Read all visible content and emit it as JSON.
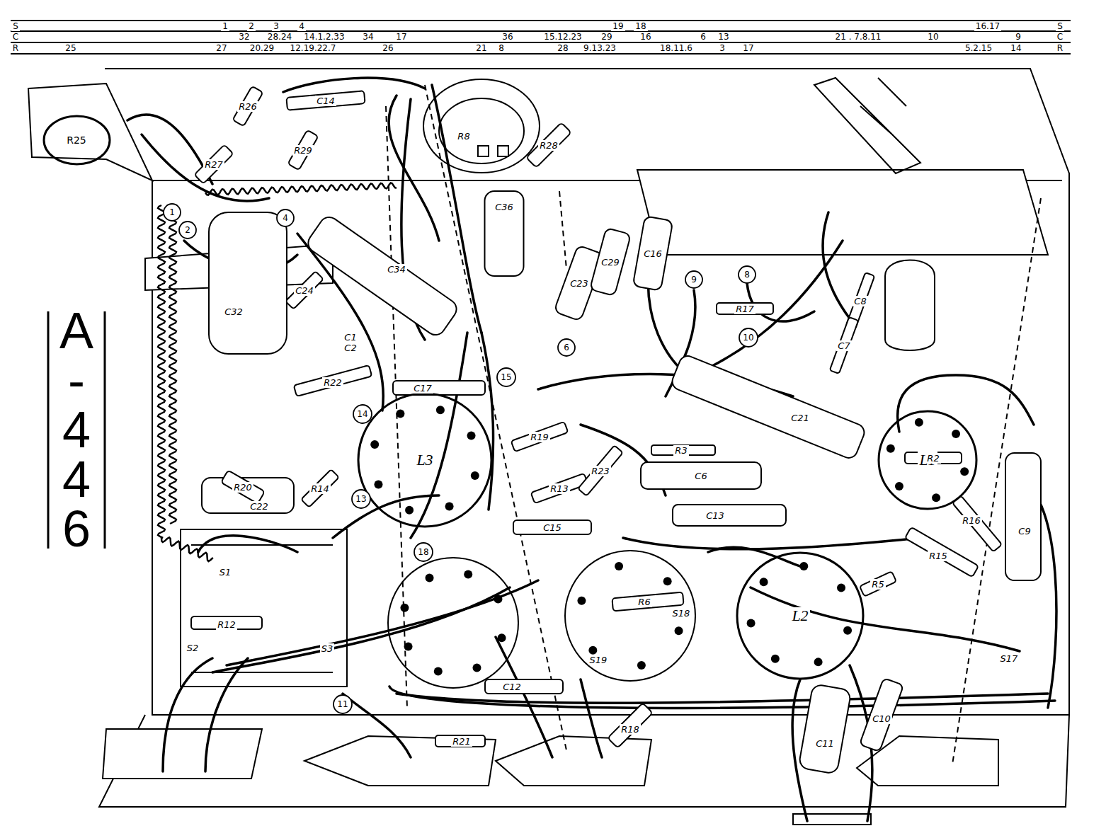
{
  "diagram": {
    "nodes": [
      {
        "text": [
          "R25"
        ]
      },
      {
        "text": [
          "1"
        ]
      },
      {
        "text": [
          "2"
        ]
      },
      {
        "text": [
          "4"
        ]
      },
      {
        "text": [
          "9"
        ]
      },
      {
        "text": [
          "8"
        ]
      },
      {
        "text": [
          "10"
        ]
      },
      {
        "text": [
          "6"
        ]
      },
      {
        "text": [
          "15"
        ]
      },
      {
        "text": [
          "14"
        ]
      },
      {
        "text": [
          "L3"
        ]
      },
      {
        "text": [
          "13"
        ]
      },
      {
        "text": [
          "L1"
        ]
      },
      {
        "text": [
          "18"
        ]
      },
      {
        "text": [
          "L2"
        ]
      },
      {
        "text": [
          "11"
        ]
      }
    ],
    "labels": [
      "S",
      "1",
      "2",
      "3",
      "4",
      "19",
      "18",
      "16.17",
      "S",
      "C",
      "32",
      "28.24",
      "14.1.2.33",
      "34",
      "17",
      "36",
      "15.12.23",
      "29",
      "16",
      "6",
      "13",
      "21 . 7.8.11",
      "10",
      "9",
      "C",
      "R",
      "25",
      "27",
      "20.29",
      "12.19.22.7",
      "26",
      "21",
      "8",
      "28",
      "9.13.23",
      "18.11.6",
      "3",
      "17",
      "5.2.15",
      "14",
      "R",
      "A-446",
      "R26",
      "C14",
      "R27",
      "R29",
      "R8",
      "R28",
      "C36",
      "C23",
      "C29",
      "C16",
      "R17",
      "C8",
      "C7",
      "C34",
      "C24",
      "C32",
      "C1",
      "C2",
      "R22",
      "C17",
      "R19",
      "R13",
      "R23",
      "C15",
      "C22",
      "R20",
      "R14",
      "R12",
      "S1",
      "S2",
      "S3",
      "R3",
      "C6",
      "C13",
      "C21",
      "R2",
      "R16",
      "C9",
      "R15",
      "R5",
      "S17",
      "R6",
      "S18",
      "S19",
      "C12",
      "R18",
      "R21",
      "C11",
      "C10"
    ]
  }
}
